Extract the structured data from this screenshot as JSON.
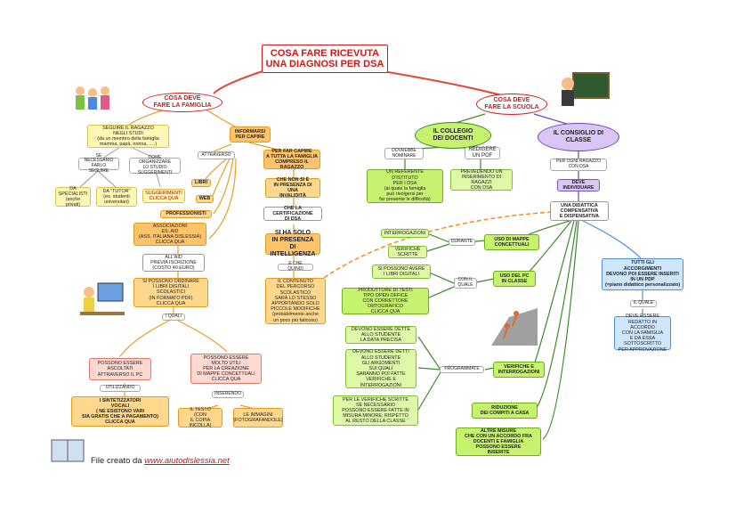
{
  "title": "COSA FARE RICEVUTA\nUNA DIAGNOSI PER DSA",
  "famiglia": {
    "header": "COSA DEVE\nFARE LA FAMIGLIA",
    "seguire": "SEGUIRE IL RAGAZZO\nNEGLI STUDI\n(da un membro della famiglia\nmamma, papà, nonna, ….)",
    "se_necessario": "SE NECESSARIO\nFARLO SEGUIRE",
    "come_organizzare": "COME ORGANIZZARE\nLO STUDIO\nSUGGERIMENTI",
    "specialisti": "DA\nSPECIALISTI\n(anche privati)",
    "tutor": "DA \"TUTOR\"\n(es. studenti\nuniversitari)",
    "suggerimenti": "SUGGERIMENTI\nCLICCA QUA",
    "informarsi": "INFORMARSI\nPER CAPIRE",
    "attraverso": "ATTRAVERSO",
    "libri": "LIBRI",
    "web": "WEB",
    "professionisti": "PROFESSIONISTI",
    "associazioni": "ASSOCIAZIONI\nES. AID\n(ASS. ITALIANA DISLESSIA)\nCLICCA QUA",
    "all_aid": "ALL'AID\nPREVIA ISCRIZIONE\n(COSTO 40 EURO)",
    "ordinare": "SI POSSONO ORDINARE\nI LIBRI DIGITALI\nSCOLASTICI\n(IN FORMATO PDF)\nCLICCA QUA",
    "i_quali": "I QUALI",
    "ascoltati": "POSSONO ESSERE\nASCOLTATI\nATTRAVERSO IL PC",
    "utilizzando": "UTILIZZANDO",
    "sintetizzatori": "I SINTETIZZATORI\nVOCALI\n( NE ESISTONO VARI\nSIA GRATIS CHE A PAGAMENTO)\nCLICCA QUA",
    "molto_utili": "POSSONO ESSERE\nMOLTO UTILI\nPER LA CREAZIONE\nDI MAPPE CONCETTUALI\nCLICCA QUA",
    "inserendo": "INSERENDO",
    "testo": "IL TESTO\n(CON\nIL COPIA INCOLLA)",
    "immagini": "LE IMMAGINI\n(FOTOGRAFANDOLE)",
    "far_capire": "PER FAR CAPIRE\nA TUTTA LA FAMIGLIA\nCOMPRESO IL RAGAZZO",
    "non_e": "CHE NON SI È\nIN PRESENZA DI UNA\nINVALIDITÀ",
    "certificazione": "CHE LA CERTIFICAZIONE\nDI DSA",
    "solo": "SI HA SOLO\nIN PRESENZA\nDI INTELLIGENZA",
    "e_che_quindi": "E CHE QUINDI",
    "contenuto": "IL CONTENUTO\nDEL PERCORSO\nSCOLASTICO\nSARÀ LO STESSO\nAPPORTANDO SOLO\nPICCOLE MODIFICHE\n(probabilmente anche\nun poco più faticoso)"
  },
  "scuola": {
    "header": "COSA DEVE\nFARE LA SCUOLA",
    "collegio": "IL COLLEGIO\nDEI DOCENTI",
    "consiglio": "IL CONSIGLIO DI\nCLASSE",
    "dovrebbe": "DOVREBBE\nNOMINARE",
    "redigere": "REDIGERE\nUN POF",
    "referente": "UN REFERENTE\nD'ISTITUTO\nPER I DSA\n(al quale la famiglia\npuò rivolgersi per\nfar presente le difficoltà)",
    "prevedendo": "PREVEDENDO UN\nINSERIMENTO DI RAGAZZI\nCON DSA",
    "per_ogni": "PER OGNI RAGAZZO\nCON DSA",
    "deve_individuare": "DEVE\nINDIVIDUARE",
    "didattica": "UNA DIDATTICA\nCOMPENSATIVA\nE DISPENSATIVA",
    "interrogazioni": "INTERROGAZIONI",
    "verifiche_scritte": "VERIFICHE\nSCRITTE",
    "durante": "DURANTE",
    "uso_mappe": "USO DI MAPPE\nCONCETTUALI",
    "libri_digitali": "SI POSSONO AVERE\nI LIBRI DIGITALI",
    "con_il_quale": "CON IL\nQUALE",
    "uso_pc": "USO DEL PC\nIN CLASSE",
    "produttore": "PRODUTTORE DI TESTI\nTIPO OPEN OFFICE\nCON CORRETTORE ORTOGRAFICO\nCLICCA QUA",
    "dette": "DEVONO ESSERE DETTE\nALLO STUDENTE\nLA DATA PRECISA",
    "argomenti": "DEVONO ESSERE DETTI\nALLO STUDENTE\nGLI ARGOMENTI\nSUI QUALI\nSARANNO POI FATTE\nVERIFICHE E\nINTERROGAZIONI",
    "tempo": "PER LE VERIFICHE SCRITTE\nSE NECESSARIO\nPOSSONO ESSERE FATTE IN\nMISURA MINORE, RISPETTO\nAL RESTO DELLA CLASSE",
    "programmate": "PROGRAMMATE",
    "verifiche_int": "VERIFICHE E\nINTERROGAZIONI",
    "riduzione": "RIDUZIONE\nDEI COMPITI A CASA",
    "altre_misure": "ALTRE MISURE\nCHE CON UN ACCORDO FRA\nDOCENTI E FAMIGLIA\nPOSSONO ESSERE\nINSERITE",
    "accorgimenti": "TUTTI GLI\nACCORGIMENTI\nDEVONO POI ESSERE INSERITI\nIN UN PDP\n(=piano didattico personalizzato)",
    "il_quale": "IL QUALE",
    "redatto": "DEVE ESSERE\nREDATTO IN ACCORDO\nCON LA FAMIGLIA\nE DA ESSA\nSOTTOSCRITTO\nPER APPROVAZIONE"
  },
  "footer": {
    "prefix": "File creato da ",
    "link": "www.aiutodislessia.net"
  }
}
